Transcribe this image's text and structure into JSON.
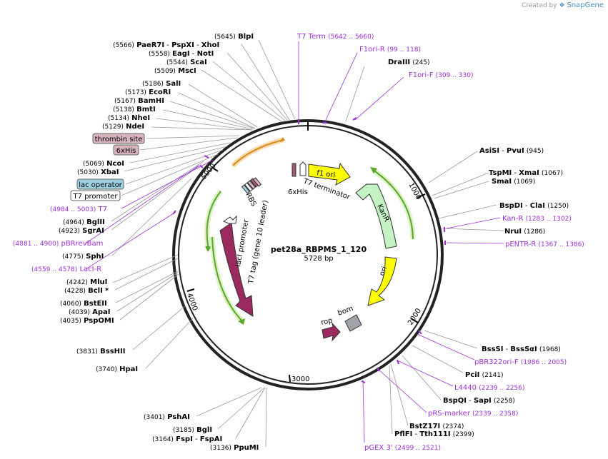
{
  "branding": {
    "created_by": "Created by",
    "product": "SnapGene"
  },
  "map": {
    "name": "pet28a_RBPMS_1_120",
    "length": "5728 bp",
    "tick_labels": [
      "1000",
      "2000",
      "3000",
      "4000",
      "5000"
    ]
  },
  "sites": [
    {
      "pos": "(5645)",
      "name": "BlpI"
    },
    {
      "pos": "(5566)",
      "name": "PaeR7I",
      "name2": "PspXI",
      "name3": "XhoI"
    },
    {
      "pos": "(5558)",
      "name": "EagI",
      "name2": "NotI"
    },
    {
      "pos": "(5544)",
      "name": "ScaI"
    },
    {
      "pos": "(5509)",
      "name": "MscI"
    },
    {
      "pos": "(5186)",
      "name": "SalI"
    },
    {
      "pos": "(5173)",
      "name": "EcoRI"
    },
    {
      "pos": "(5167)",
      "name": "BamHI"
    },
    {
      "pos": "(5138)",
      "name": "BmtI"
    },
    {
      "pos": "(5134)",
      "name": "NheI"
    },
    {
      "pos": "(5129)",
      "name": "NdeI"
    },
    {
      "pos": "(5069)",
      "name": "NcoI"
    },
    {
      "pos": "(5030)",
      "name": "XbaI"
    },
    {
      "pos": "(4964)",
      "name": "BglII"
    },
    {
      "pos": "(4923)",
      "name": "SgrAI"
    },
    {
      "pos": "(4775)",
      "name": "SphI"
    },
    {
      "pos": "(4242)",
      "name": "MluI"
    },
    {
      "pos": "(4228)",
      "name": "BclI",
      "suffix": "*"
    },
    {
      "pos": "(4060)",
      "name": "BstEII"
    },
    {
      "pos": "(4039)",
      "name": "ApaI"
    },
    {
      "pos": "(4035)",
      "name": "PspOMI"
    },
    {
      "pos": "(3831)",
      "name": "BssHII"
    },
    {
      "pos": "(3740)",
      "name": "HpaI"
    },
    {
      "pos": "(3401)",
      "name": "PshAI"
    },
    {
      "pos": "(3185)",
      "name": "BglI"
    },
    {
      "pos": "(3164)",
      "name": "FspI",
      "name2": "FspAI"
    },
    {
      "pos": "(3136)",
      "name": "PpuMI"
    },
    {
      "pos": "(245)",
      "name": "DraIII"
    },
    {
      "pos": "(945)",
      "name": "AsiSI",
      "name2": "PvuI"
    },
    {
      "pos": "(1067)",
      "name": "TspMI",
      "name2": "XmaI"
    },
    {
      "pos": "(1069)",
      "name": "SmaI"
    },
    {
      "pos": "(1250)",
      "name": "BspDI",
      "name2": "ClaI"
    },
    {
      "pos": "(1286)",
      "name": "NruI"
    },
    {
      "pos": "(1968)",
      "name": "BssSI",
      "name2": "BssSαI"
    },
    {
      "pos": "(2141)",
      "name": "PciI"
    },
    {
      "pos": "(2258)",
      "name": "BspQI",
      "name2": "SapI"
    },
    {
      "pos": "(2374)",
      "name": "BstZ17I"
    },
    {
      "pos": "(2399)",
      "name": "PflFI",
      "name2": "Tth111I"
    }
  ],
  "primers": [
    {
      "name": "T7 Term",
      "range": "(5642 .. 5660)"
    },
    {
      "name": "F1ori-R",
      "range": "(99 .. 118)"
    },
    {
      "name": "F1ori-F",
      "range": "(309 .. 330)"
    },
    {
      "name": "T7",
      "range": "(4984 .. 5003)"
    },
    {
      "name": "pBRrevBam",
      "range": "(4881 .. 4900)"
    },
    {
      "name": "LacI-R",
      "range": "(4559 .. 4578)"
    },
    {
      "name": "Kan-R",
      "range": "(1283 .. 1302)"
    },
    {
      "name": "pENTR-R",
      "range": "(1367 .. 1386)"
    },
    {
      "name": "pBR322ori-F",
      "range": "(1986 .. 2005)"
    },
    {
      "name": "L4440",
      "range": "(2239 .. 2256)"
    },
    {
      "name": "pRS-marker",
      "range": "(2339 .. 2358)"
    },
    {
      "name": "pGEX 3'",
      "range": "(2499 .. 2521)"
    }
  ],
  "boxed_features": [
    {
      "name": "thrombin site",
      "fill": "#d8b4bd"
    },
    {
      "name": "6xHis",
      "fill": "#d8b4bd"
    },
    {
      "name": "lac operator",
      "fill": "#9fd0e0"
    },
    {
      "name": "T7 promoter",
      "fill": "#ffffff"
    }
  ],
  "inner_labels": {
    "f1_ori": "f1 ori",
    "t7_terminator": "T7 terminator",
    "his6": "6xHis",
    "kanr": "KanR",
    "ori": "ori",
    "rop": "rop",
    "bom": "bom",
    "laci": "lacI",
    "laci_promoter": "lacI promoter",
    "t7_tag": "T7 tag (gene 10 leader)",
    "rbs": "RBS"
  },
  "colors": {
    "primer": "#9b30d9",
    "site_text": "#000000",
    "backbone": "#222222",
    "f1_ori": "#ffff00",
    "ori": "#ffff00",
    "kanr": "#c4f2c4",
    "laci": "#9b2a5e",
    "rop": "#9b2a5e",
    "bom": "#a0a4a8",
    "orf_arc": "#5aa82a",
    "orange_arc": "#d98a1c"
  }
}
